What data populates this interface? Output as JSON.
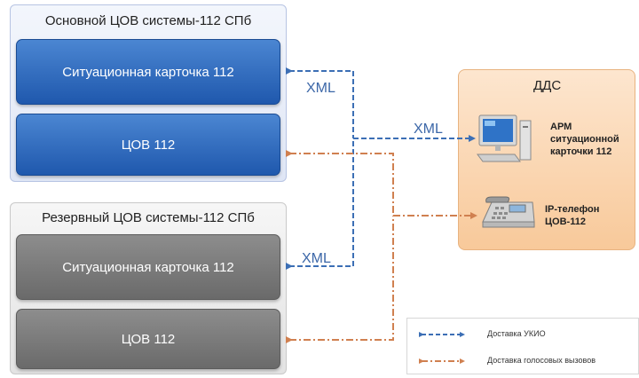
{
  "main_center": {
    "title": "Основной ЦОВ системы-112 СПб",
    "card_label": "Ситуационная карточка 112",
    "tsov_label": "ЦОВ 112"
  },
  "reserve_center": {
    "title": "Резервный ЦОВ системы-112 СПб",
    "card_label": "Ситуационная карточка 112",
    "tsov_label": "ЦОВ 112"
  },
  "dds": {
    "title": "ДДС",
    "arm_label_line1": "АРМ",
    "arm_label_line2": "ситуационной",
    "arm_label_line3": "карточки 112",
    "phone_label_line1": "IP-телефон",
    "phone_label_line2": "ЦОВ-112"
  },
  "connections": {
    "xml_top": "XML",
    "xml_mid": "XML",
    "xml_bottom": "XML"
  },
  "legend": {
    "ukio_label": "Доставка УКИО",
    "voice_label": "Доставка голосовых вызовов"
  },
  "colors": {
    "xml_line": "#3c6fb5",
    "voice_line": "#d08050"
  },
  "icons": {
    "computer": "computer-icon",
    "phone": "ip-phone-icon"
  }
}
